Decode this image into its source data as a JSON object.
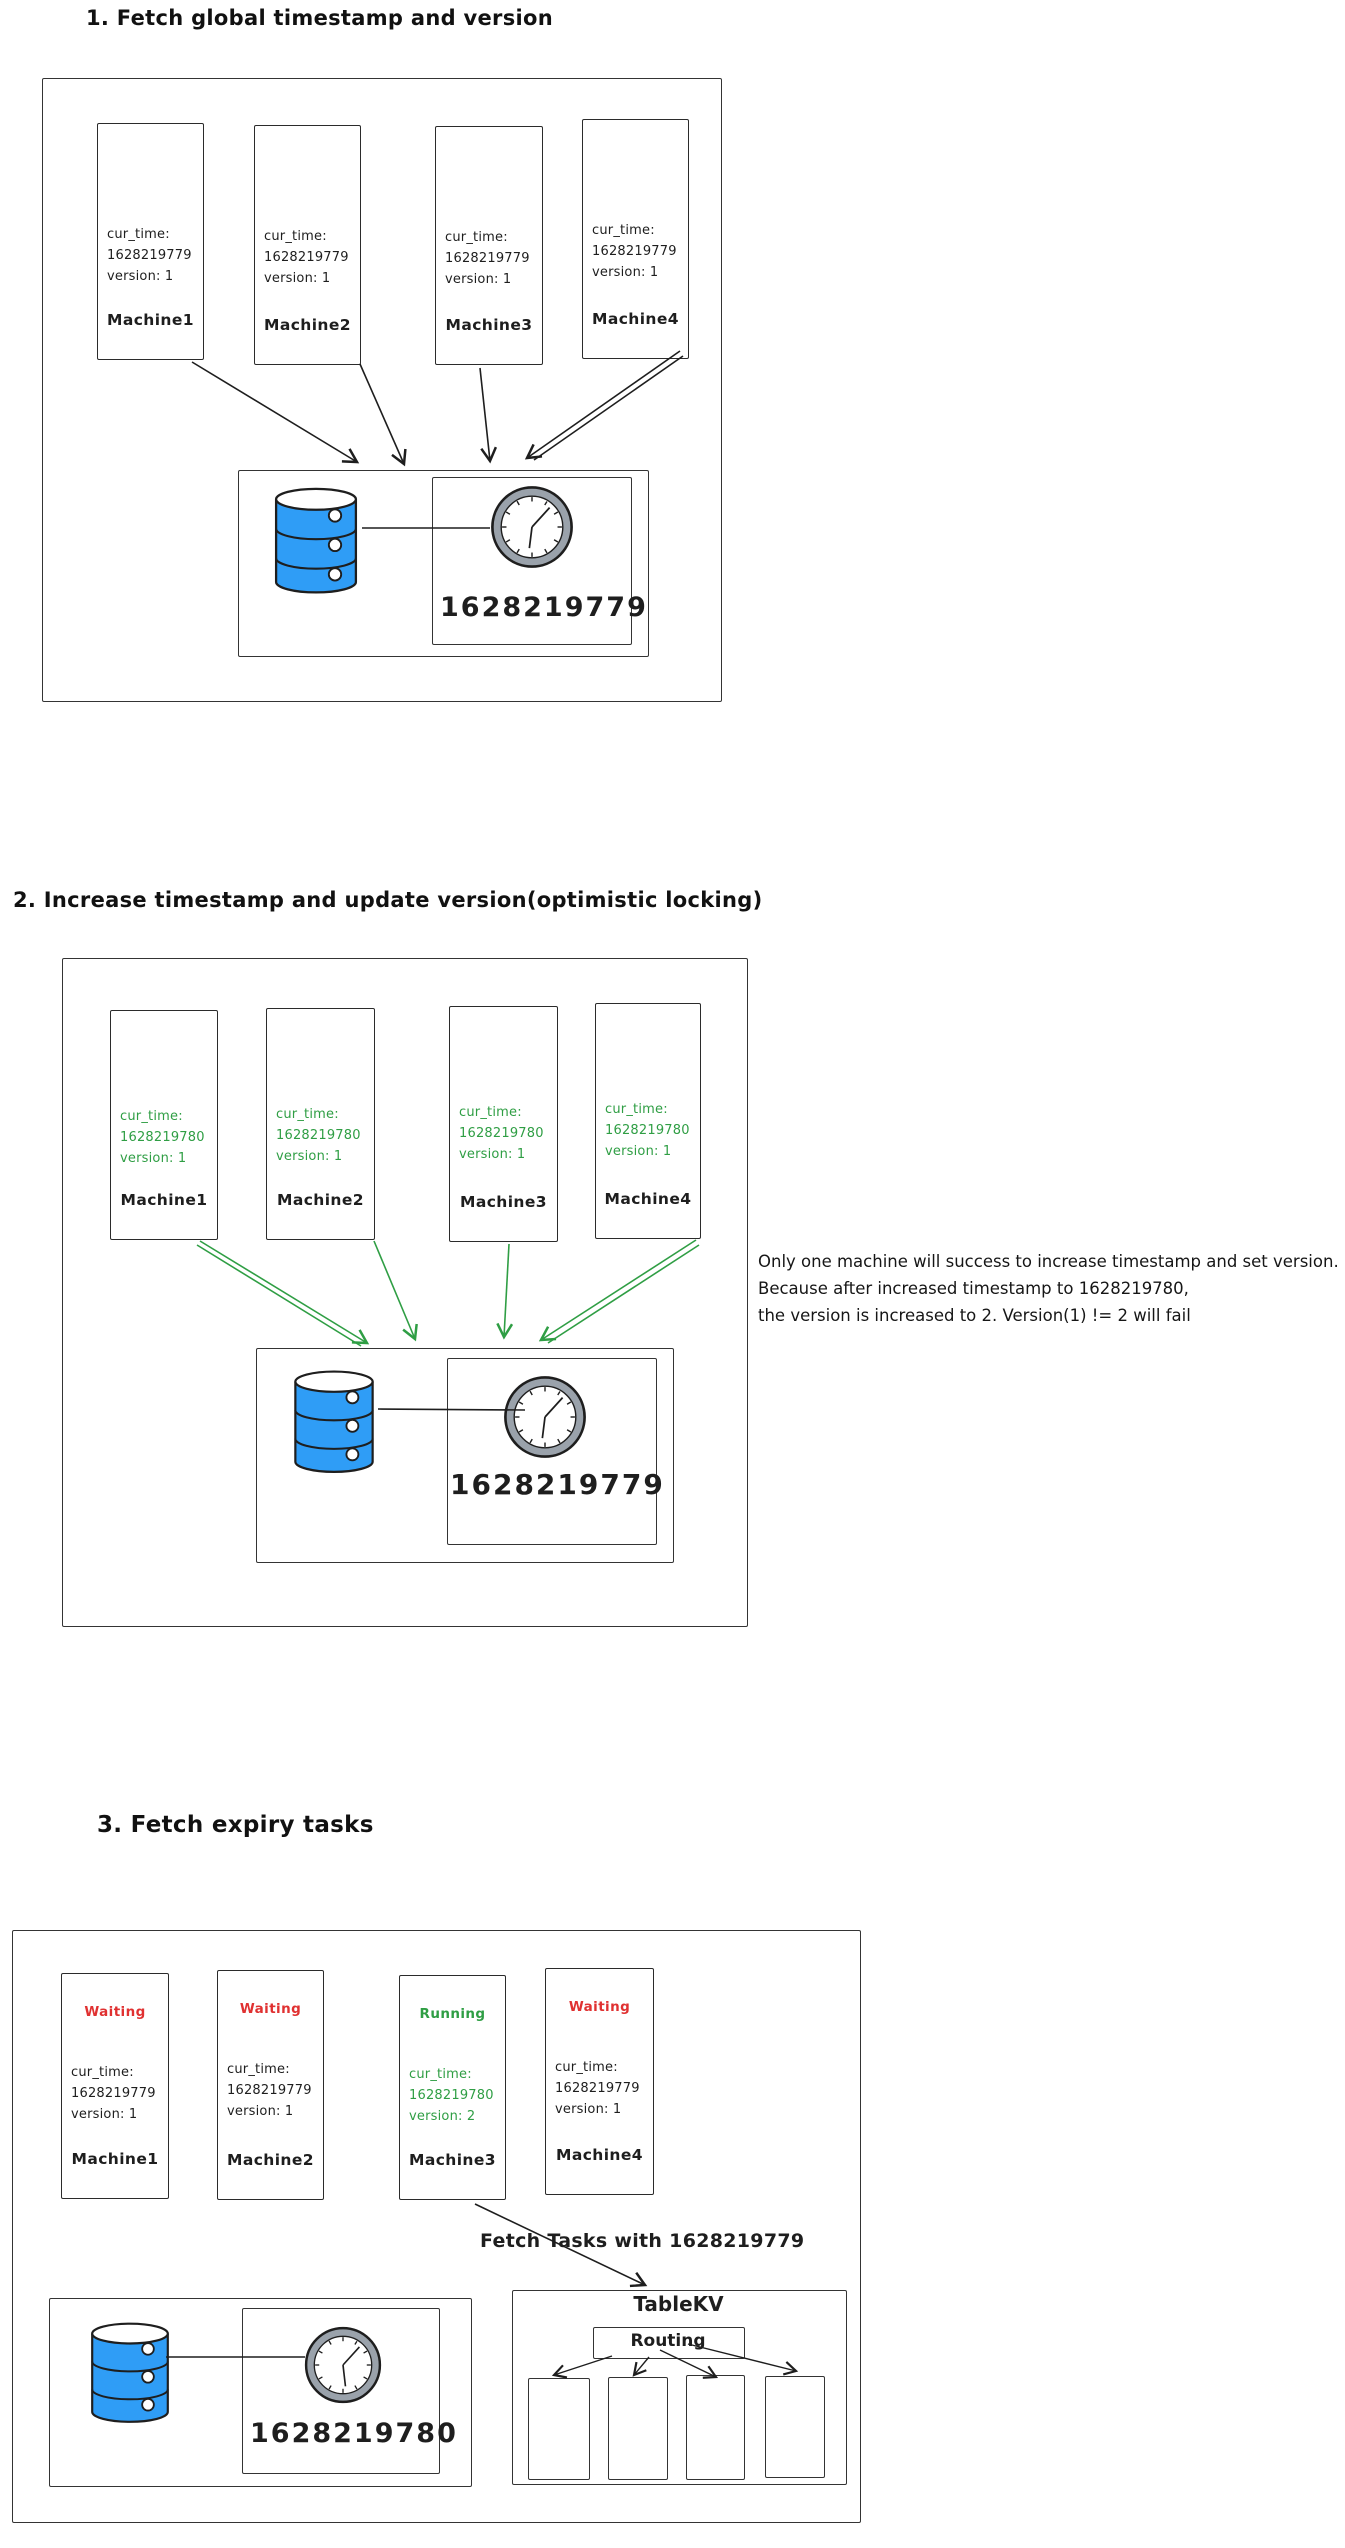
{
  "colors": {
    "ink": "#1e1e1e",
    "green": "#2f9e44",
    "red": "#e03131",
    "database_blue": "#2f9df6",
    "clock_ring_gray": "#9aa2ab"
  },
  "s1": {
    "title": "1. Fetch global timestamp and version",
    "machines": [
      {
        "label": "cur_time:",
        "time": "1628219779",
        "version": "version: 1",
        "name": "Machine1"
      },
      {
        "label": "cur_time:",
        "time": "1628219779",
        "version": "version: 1",
        "name": "Machine2"
      },
      {
        "label": "cur_time:",
        "time": "1628219779",
        "version": "version: 1",
        "name": "Machine3"
      },
      {
        "label": "cur_time:",
        "time": "1628219779",
        "version": "version: 1",
        "name": "Machine4"
      }
    ],
    "clock_value": "1628219779"
  },
  "s2": {
    "title": "2. Increase timestamp and update version(optimistic locking)",
    "machines": [
      {
        "label": "cur_time:",
        "time": "1628219780",
        "version": "version: 1",
        "name": "Machine1"
      },
      {
        "label": "cur_time:",
        "time": "1628219780",
        "version": "version: 1",
        "name": "Machine2"
      },
      {
        "label": "cur_time:",
        "time": "1628219780",
        "version": "version: 1",
        "name": "Machine3"
      },
      {
        "label": "cur_time:",
        "time": "1628219780",
        "version": "version: 1",
        "name": "Machine4"
      }
    ],
    "clock_value": "1628219779",
    "note_line1": "Only one machine will success to increase timestamp and set version.",
    "note_line2": "Because after increased timestamp to 1628219780,",
    "note_line3": "the version is increased to 2. Version(1) != 2 will fail"
  },
  "s3": {
    "title": "3. Fetch expiry tasks",
    "machines": [
      {
        "status": "Waiting",
        "label": "cur_time:",
        "time": "1628219779",
        "version": "version: 1",
        "name": "Machine1"
      },
      {
        "status": "Waiting",
        "label": "cur_time:",
        "time": "1628219779",
        "version": "version: 1",
        "name": "Machine2"
      },
      {
        "status": "Running",
        "label": "cur_time:",
        "time": "1628219780",
        "version": "version: 2",
        "name": "Machine3"
      },
      {
        "status": "Waiting",
        "label": "cur_time:",
        "time": "1628219779",
        "version": "version: 1",
        "name": "Machine4"
      }
    ],
    "fetch_label": "Fetch Tasks with 1628219779",
    "tablekv_title": "TableKV",
    "routing_label": "Routing",
    "clock_value": "1628219780"
  }
}
